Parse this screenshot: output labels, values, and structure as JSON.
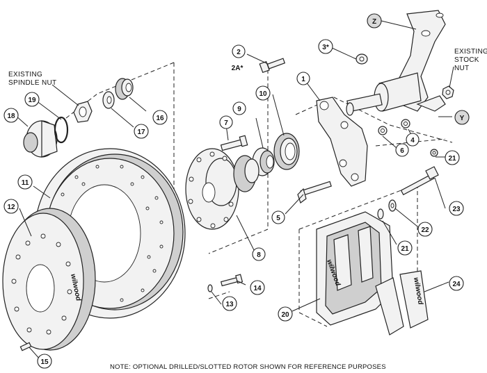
{
  "labels": {
    "existing_spindle_nut": [
      "EXISTING",
      "SPINDLE NUT"
    ],
    "existing_stock_nut": [
      "EXISTING",
      "STOCK",
      "NUT"
    ],
    "note": "NOTE: OPTIONAL DRILLED/SLOTTED ROTOR SHOWN FOR REFERENCE PURPOSES"
  },
  "callouts": {
    "c1": "1",
    "c2": "2",
    "c2a": "2A*",
    "c3": "3*",
    "c4": "4",
    "c5": "5",
    "c6": "6",
    "c7": "7",
    "c8": "8",
    "c9": "9",
    "c10": "10",
    "c11": "11",
    "c12": "12",
    "c13": "13",
    "c14": "14",
    "c15": "15",
    "c16": "16",
    "c17": "17",
    "c18": "18",
    "c19": "19",
    "c20": "20",
    "c21a": "21",
    "c21b": "21",
    "c22": "22",
    "c23": "23",
    "c24": "24",
    "cz": "Z",
    "cy": "Y"
  },
  "brand": {
    "hat_logo": "wilwood",
    "caliper_logo": "wilwood",
    "pad_logo": "wilwood"
  }
}
